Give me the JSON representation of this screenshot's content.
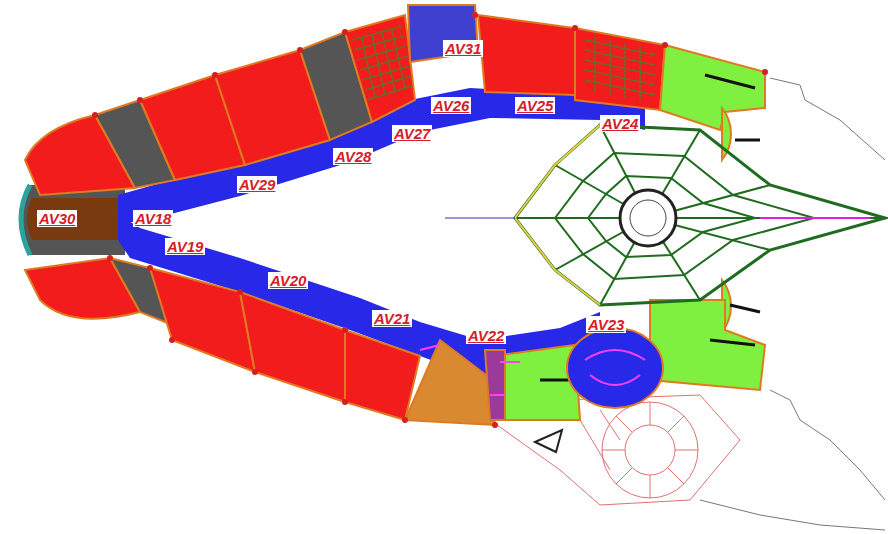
{
  "diagram": {
    "labels": [
      "AV31",
      "AV26",
      "AV25",
      "AV24",
      "AV27",
      "AV28",
      "AV29",
      "AV30",
      "AV18",
      "AV19",
      "AV20",
      "AV21",
      "AV22",
      "AV23"
    ]
  }
}
